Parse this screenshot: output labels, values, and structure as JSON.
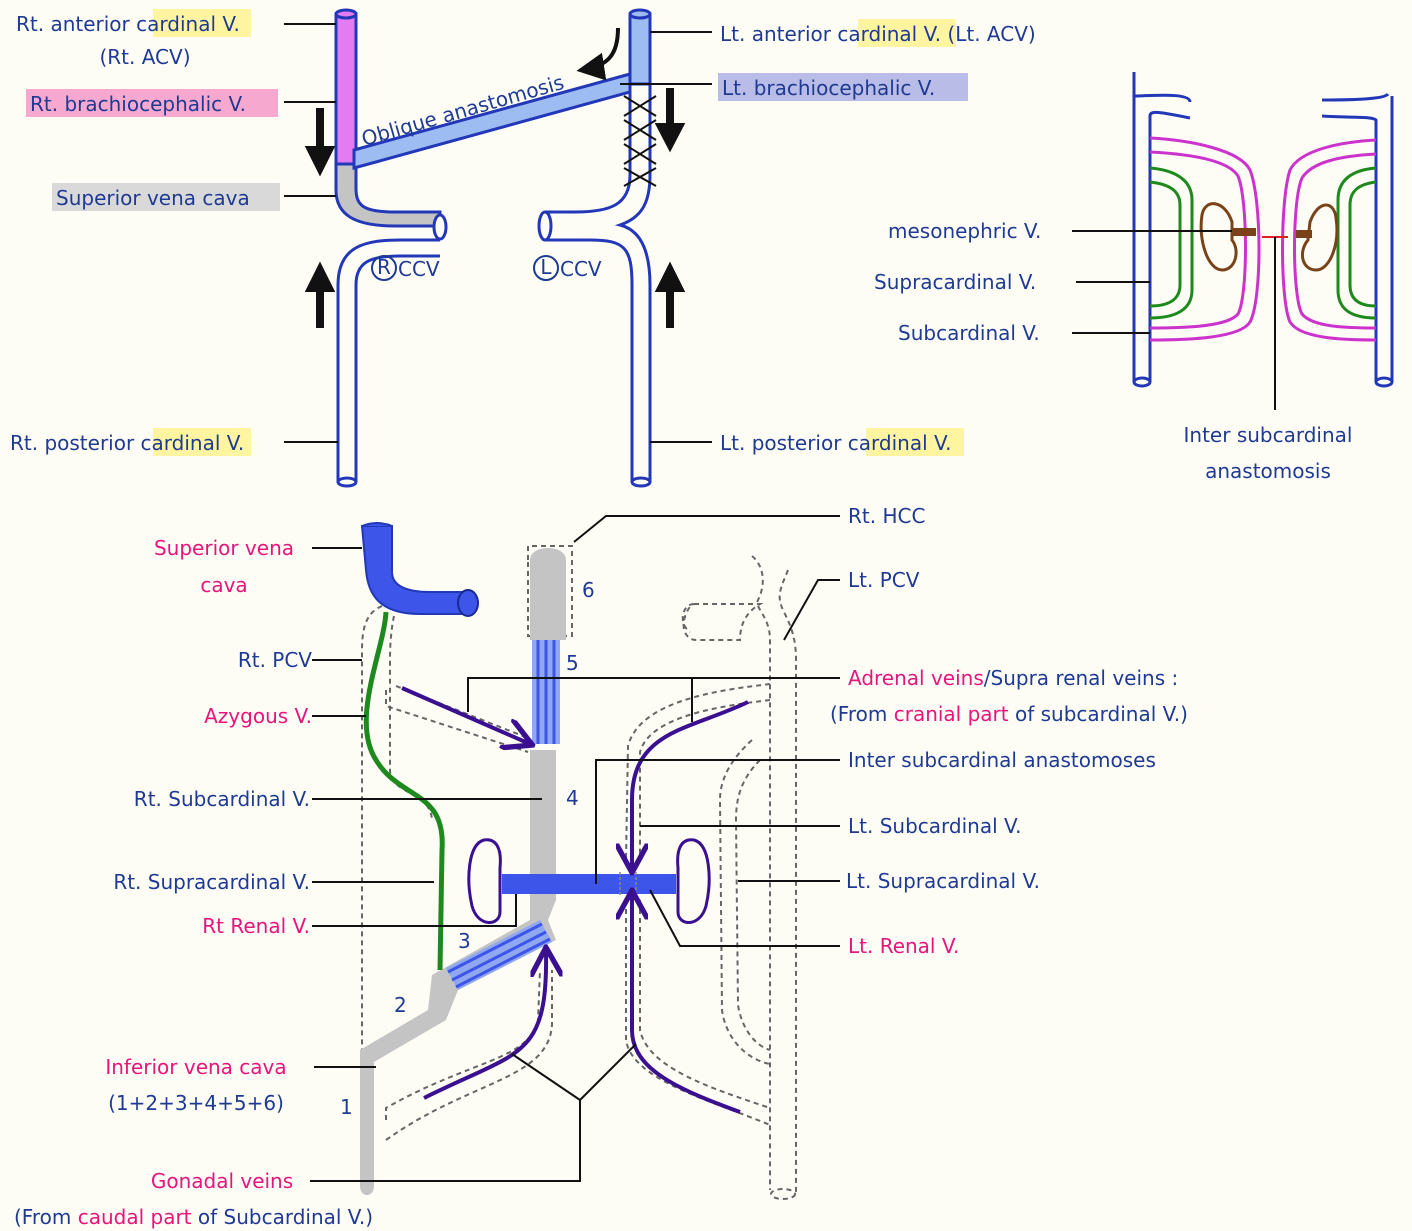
{
  "colors": {
    "vein_blue": "#2338b8",
    "vein_light": "#9cbcf2",
    "svc_pink": "#e27cf0",
    "ivc_gray": "#c4c4c4",
    "bright_blue": "#3d55e8",
    "azygos_green": "#1e8a1e",
    "mesonephric_brown": "#7a4218",
    "subcardinal_magenta": "#cc33cc",
    "dark_purple": "#3b1090",
    "label_blue": "#1f3a93",
    "label_pink": "#e6157c",
    "highlight_yellow": "#fff5a0",
    "highlight_pink": "#f7a8cf",
    "highlight_lavender": "#b8bce6",
    "highlight_gray": "#d9d9d9"
  },
  "top_left": {
    "rt_acv": {
      "pre": "Rt. anterior ",
      "hl": "cardinal",
      "post": " V.",
      "line2": "(Rt. ACV)"
    },
    "rt_brachio": "Rt. brachiocephalic V.",
    "svc": "Superior vena cava",
    "rt_pcv": {
      "pre": "Rt. posterior ",
      "hl": "cardinal",
      "post": " V."
    },
    "lt_acv": {
      "pre": "Lt. anterior ",
      "hl": "cardinal",
      "post": " V. (Lt. ACV)"
    },
    "lt_brachio": "Lt. brachiocephalic V.",
    "lt_pcv": {
      "pre": "Lt. posterior ",
      "hl": "cardinal",
      "post": " V."
    },
    "oblique": "Oblique anastomosis",
    "rccv": {
      "circle": "R",
      "text": "CCV"
    },
    "lccv": {
      "circle": "L",
      "text": "CCV"
    }
  },
  "top_right": {
    "mesonephric": "mesonephric V.",
    "supracardinal": "Supracardinal V.",
    "subcardinal": "Subcardinal V.",
    "inter_line1": "Inter subcardinal",
    "inter_line2": "anastomosis"
  },
  "bottom": {
    "svc_line1": "Superior vena",
    "svc_line2": "cava",
    "rt_pcv": "Rt. PCV",
    "azygous": "Azygous V.",
    "rt_subcardinal": "Rt. Subcardinal V.",
    "rt_supracardinal": "Rt. Supracardinal V.",
    "rt_renal": "Rt Renal V.",
    "ivc_line1": "Inferior vena cava",
    "ivc_line2": "(1+2+3+4+5+6)",
    "gonadal_line1": "Gonadal veins",
    "gonadal_line2_pre": "(From ",
    "gonadal_line2_pink": "caudal part",
    "gonadal_line2_post": " of Subcardinal V.)",
    "rt_hcc": "Rt. HCC",
    "lt_pcv": "Lt. PCV",
    "adrenal_pink": "Adrenal veins",
    "adrenal_rest": "/Supra renal veins :",
    "adrenal_line2_pre": "(From ",
    "adrenal_line2_pink": "cranial part",
    "adrenal_line2_post": " of subcardinal V.)",
    "inter_subcardinal": "Inter subcardinal anastomoses",
    "lt_subcardinal": "Lt. Subcardinal V.",
    "lt_supracardinal": "Lt. Supracardinal V.",
    "lt_renal": "Lt. Renal V.",
    "seg1": "1",
    "seg2": "2",
    "seg3": "3",
    "seg4": "4",
    "seg5": "5",
    "seg6": "6"
  }
}
